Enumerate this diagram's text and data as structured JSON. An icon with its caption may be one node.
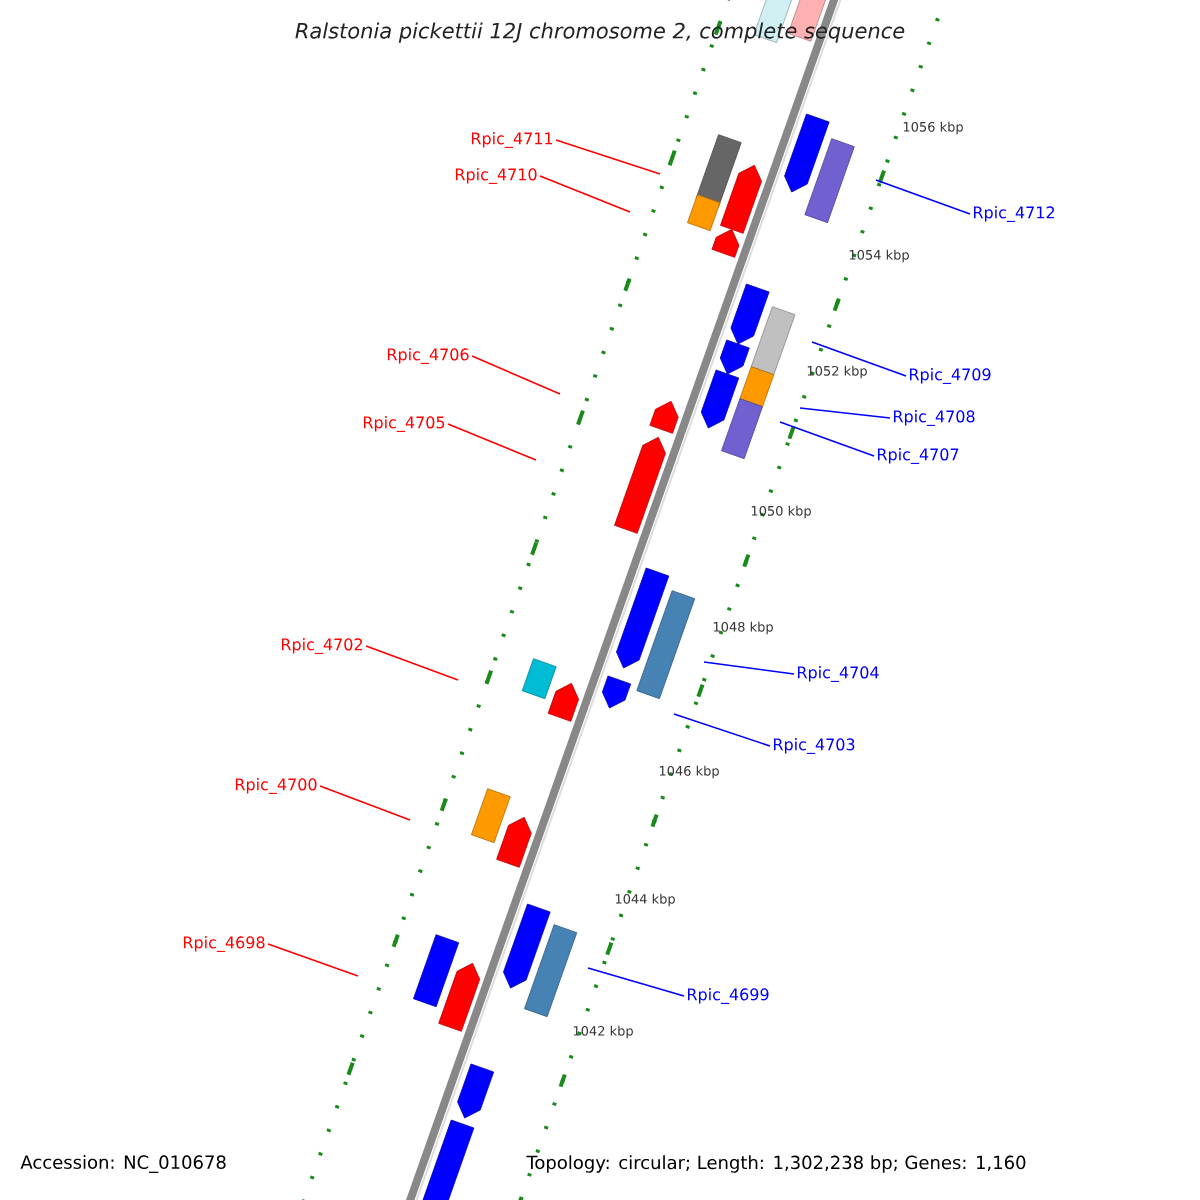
{
  "diagram": {
    "title": "Ralstonia pickettii 12J chromosome 2, complete sequence",
    "nodes": [
      {
        "text": [
          "Rpic_4711"
        ]
      },
      {
        "text": [
          "Rpic_4710"
        ]
      },
      {
        "text": [
          "Rpic_4712"
        ]
      },
      {
        "text": [
          "Rpic_4706"
        ]
      },
      {
        "text": [
          "Rpic_4709"
        ]
      },
      {
        "text": [
          "Rpic_4708"
        ]
      },
      {
        "text": [
          "Rpic_4705"
        ]
      },
      {
        "text": [
          "Rpic_4707"
        ]
      },
      {
        "text": [
          "Rpic_4702"
        ]
      },
      {
        "text": [
          "Rpic_4704"
        ]
      },
      {
        "text": [
          "Rpic_4703"
        ]
      },
      {
        "text": [
          "Rpic_4700"
        ]
      },
      {
        "text": [
          "Rpic_4698"
        ]
      },
      {
        "text": [
          "Rpic_4699"
        ]
      }
    ],
    "edges": [
      {
        "from": 0,
        "to": null,
        "arrow": "none",
        "color": "#ff0000"
      },
      {
        "from": 1,
        "to": null,
        "arrow": "none",
        "color": "#ff0000"
      },
      {
        "from": 2,
        "to": null,
        "arrow": "none",
        "color": "#0000ff"
      },
      {
        "from": 3,
        "to": null,
        "arrow": "none",
        "color": "#ff0000"
      },
      {
        "from": 4,
        "to": null,
        "arrow": "none",
        "color": "#0000ff"
      },
      {
        "from": 5,
        "to": null,
        "arrow": "none",
        "color": "#0000ff"
      },
      {
        "from": 6,
        "to": null,
        "arrow": "none",
        "color": "#ff0000"
      },
      {
        "from": 7,
        "to": null,
        "arrow": "none",
        "color": "#0000ff"
      },
      {
        "from": 8,
        "to": null,
        "arrow": "none",
        "color": "#ff0000"
      },
      {
        "from": 9,
        "to": null,
        "arrow": "none",
        "color": "#0000ff"
      },
      {
        "from": 10,
        "to": null,
        "arrow": "none",
        "color": "#0000ff"
      },
      {
        "from": 11,
        "to": null,
        "arrow": "none",
        "color": "#ff0000"
      },
      {
        "from": 12,
        "to": null,
        "arrow": "none",
        "color": "#ff0000"
      },
      {
        "from": 13,
        "to": null,
        "arrow": "none",
        "color": "#0000ff"
      }
    ],
    "labels": [
      "1056 kbp",
      "1054 kbp",
      "1052 kbp",
      "1050 kbp",
      "1048 kbp",
      "1046 kbp",
      "1044 kbp",
      "1042 kbp",
      "Accession: NC_010678",
      "Topology: circular; Length: 1,302,238 bp; Genes: 1,160"
    ]
  }
}
